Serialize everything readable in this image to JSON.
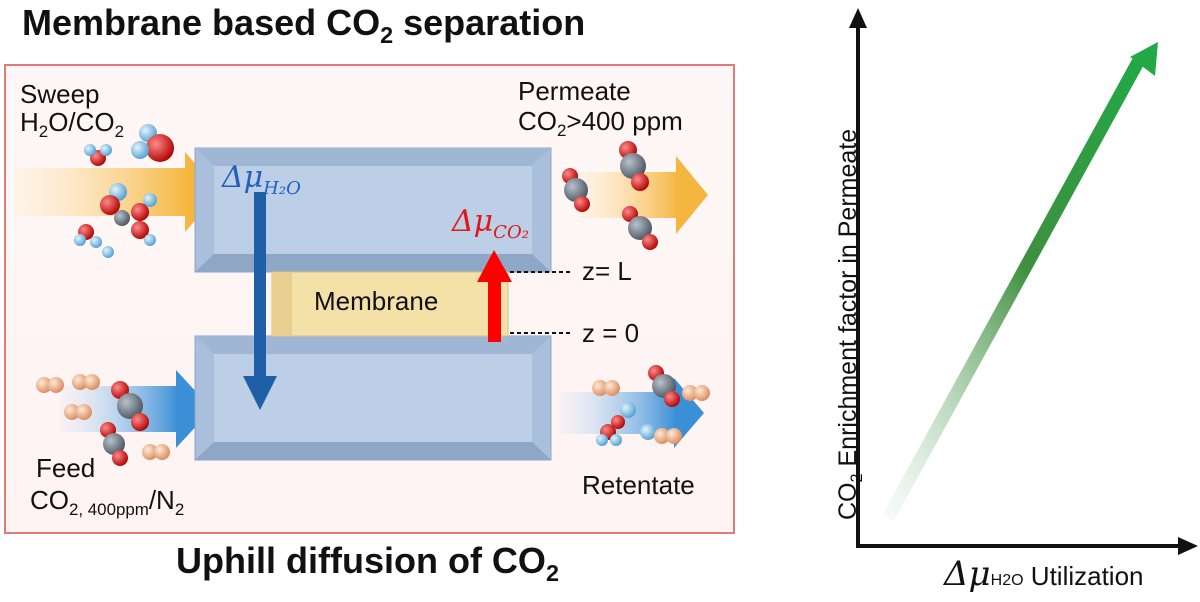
{
  "title": {
    "prefix": "Membrane based CO",
    "sub": "2",
    "suffix": " separation"
  },
  "bottom_title": {
    "prefix": "Uphill diffusion of CO",
    "sub": "2"
  },
  "sweep": {
    "line1": "Sweep",
    "line2_a": "H",
    "line2_sub1": "2",
    "line2_b": "O/CO",
    "line2_sub2": "2"
  },
  "permeate": {
    "line1": "Permeate",
    "line2_a": "CO",
    "line2_sub": "2",
    "line2_b": ">400 ppm"
  },
  "feed": {
    "line1": "Feed",
    "line2_a": "CO",
    "line2_sub": "2, 400ppm",
    "line2_b": "/N",
    "line2_sub2": "2"
  },
  "retentate": "Retentate",
  "membrane": "Membrane",
  "z_top": "z= L",
  "z_bottom": "z = 0",
  "delta_mu_h2o": {
    "sym": "Δμ",
    "sub": "H₂O"
  },
  "delta_mu_co2": {
    "sym": "Δμ",
    "sub": "CO₂"
  },
  "graph": {
    "ylabel_a": "CO",
    "ylabel_sub": "2",
    "ylabel_b": " Enrichment factor in Permeate",
    "xlabel_sym": "Δμ",
    "xlabel_sub": "H2O",
    "xlabel_b": " Utilization"
  },
  "colors": {
    "h2o_arrow": "#1f5fa8",
    "co2_arrow": "#ff0000",
    "mu_h2o_text": "#2060c0",
    "mu_co2_text": "#e01818",
    "trend_arrow": "#1fa040",
    "panel_border": "#e07b78",
    "membrane": "#f4e1a8",
    "chamber": "#a9bfdc"
  }
}
